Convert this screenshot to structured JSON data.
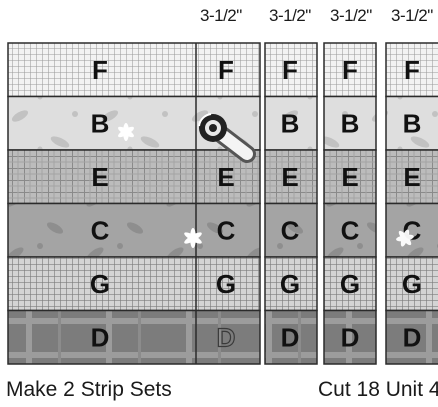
{
  "measurements": [
    "3-1/2\"",
    "3-1/2\"",
    "3-1/2\"",
    "3-1/2\""
  ],
  "rows": [
    {
      "letter": "F",
      "fabric": "light-grid"
    },
    {
      "letter": "B",
      "fabric": "floral-light"
    },
    {
      "letter": "E",
      "fabric": "grid-medium"
    },
    {
      "letter": "C",
      "fabric": "floral-medium"
    },
    {
      "letter": "G",
      "fabric": "grid-dense"
    },
    {
      "letter": "D",
      "fabric": "plaid-dark"
    }
  ],
  "captions": {
    "left": "Make 2 Strip Sets",
    "right": "Cut 18 Unit 4"
  },
  "icons": {
    "cutter": "rotary-cutter-icon"
  },
  "colors": {
    "outline": "#2b2b2b",
    "light_bg": "#f0f0f0",
    "floral_light_bg": "#dcdcdc",
    "medium_bg": "#bdbdbd",
    "floral_medium_bg": "#9e9e9e",
    "dense_bg": "#c8c8c8",
    "plaid_bg": "#7e7e7e"
  }
}
